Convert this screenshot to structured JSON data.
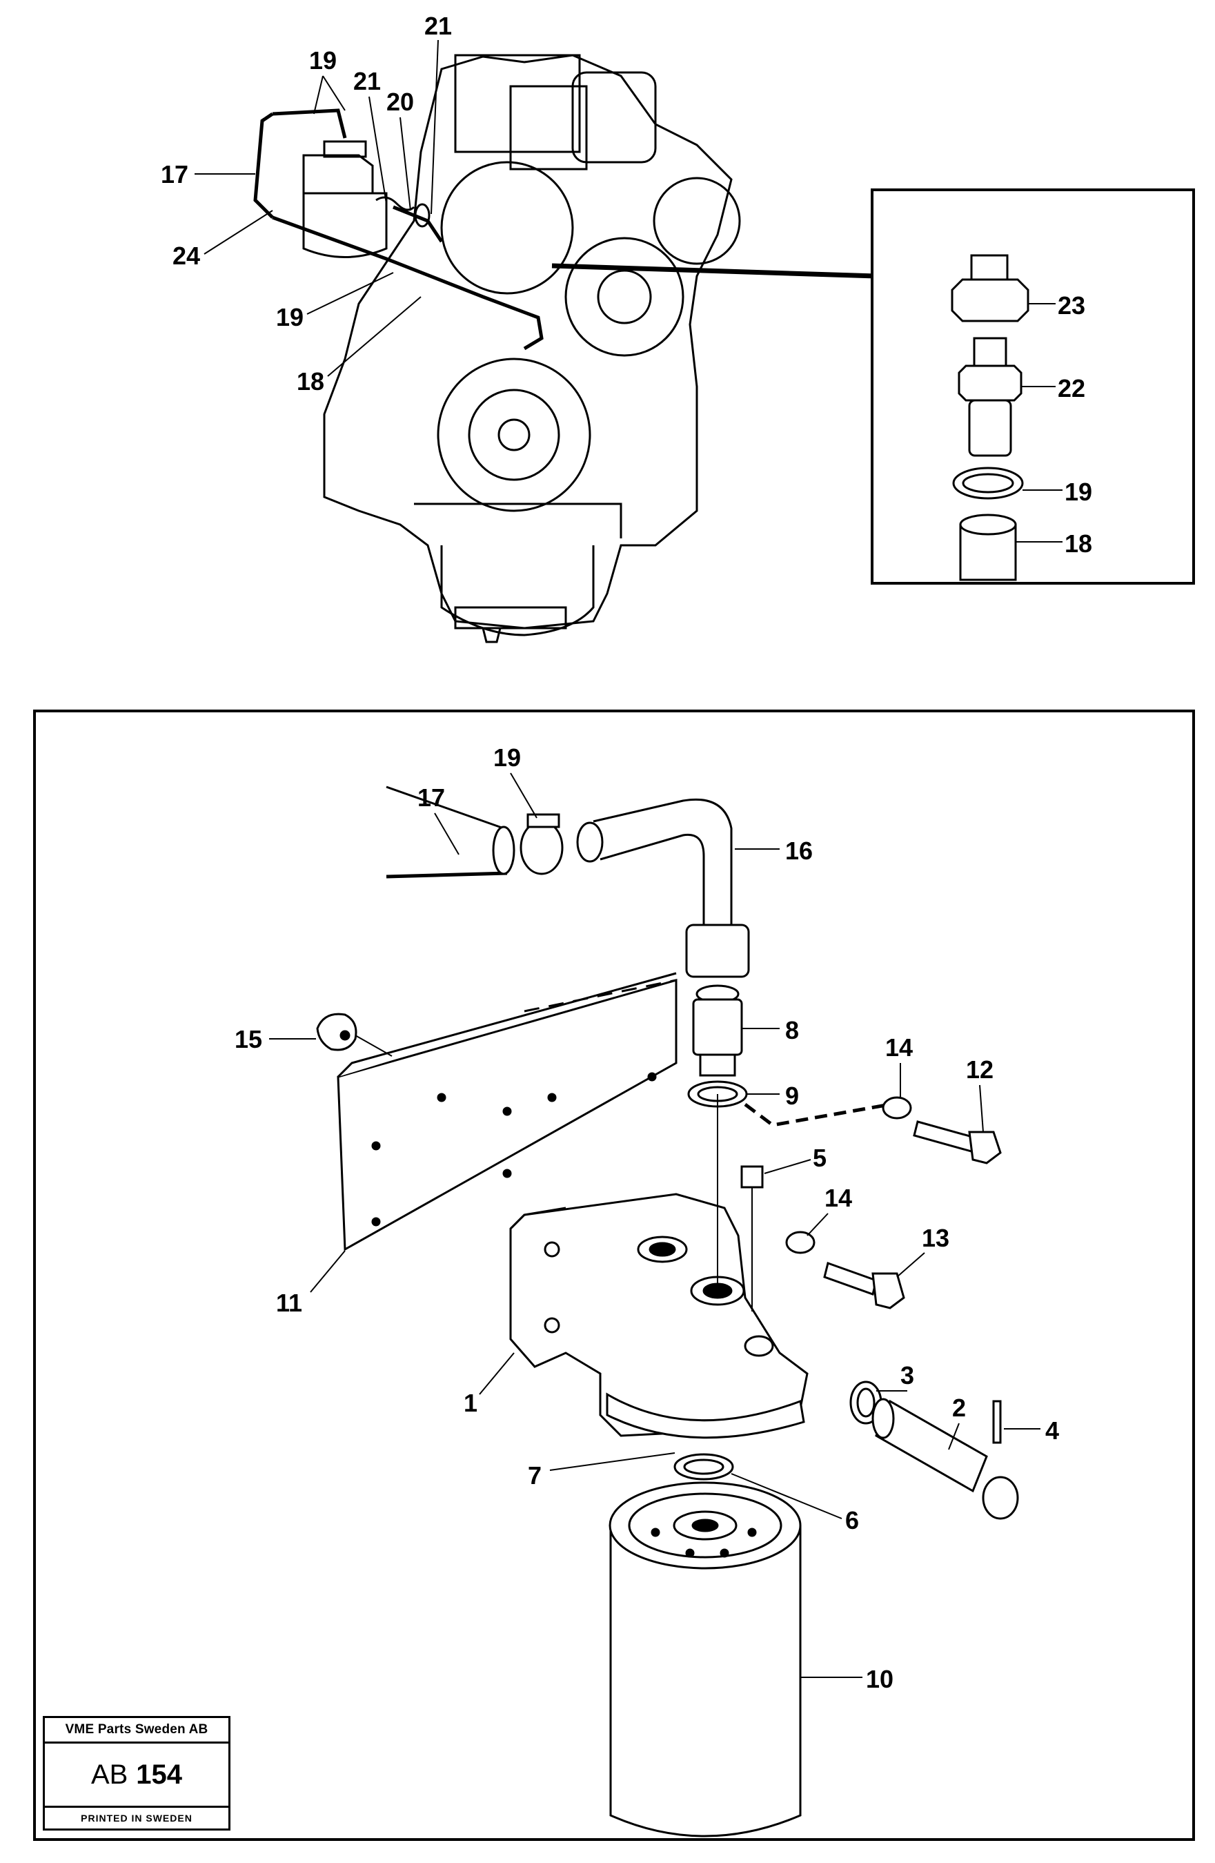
{
  "callouts": {
    "top": [
      "21",
      "19",
      "21",
      "20",
      "17",
      "24",
      "19",
      "18"
    ],
    "inset": [
      "23",
      "22",
      "19",
      "18"
    ],
    "bottom": [
      "19",
      "17",
      "16",
      "8",
      "15",
      "9",
      "14",
      "12",
      "5",
      "14",
      "13",
      "11",
      "1",
      "3",
      "2",
      "4",
      "7",
      "6",
      "10"
    ]
  },
  "title_block": {
    "company": "VME Parts Sweden AB",
    "code_prefix": "AB",
    "code_number": "154",
    "printed": "PRINTED IN SWEDEN"
  }
}
